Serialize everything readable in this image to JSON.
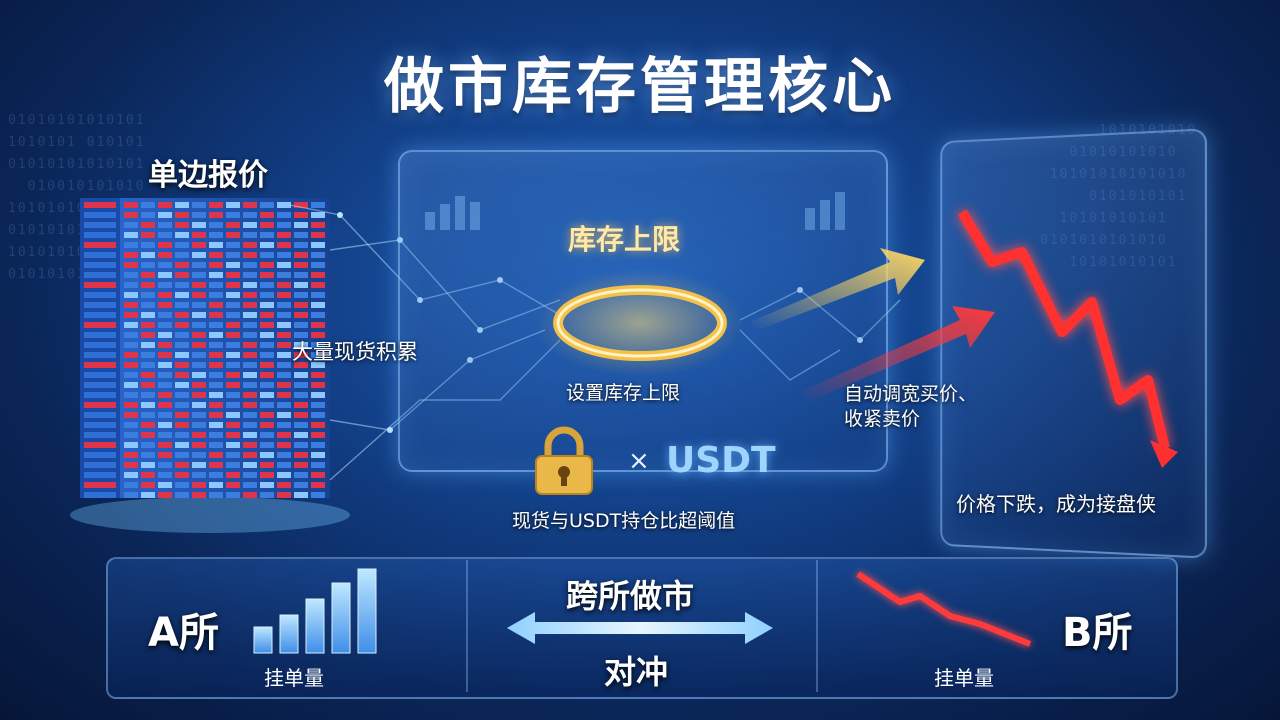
{
  "title": "做市库存管理核心",
  "left": {
    "label": "单边报价",
    "accumulate": "大量现货积累"
  },
  "center": {
    "limit_title": "库存上限",
    "limit_sub": "设置库存上限",
    "times": "×",
    "usdt": "USDT",
    "ratio": "现货与USDT持仓比超阈值"
  },
  "right": {
    "adjust": "自动调宽买价、\n收紧卖价",
    "drop": "价格下跌，成为接盘侠"
  },
  "bottom": {
    "exchange_a": "A所",
    "exchange_b": "B所",
    "depth_label": "挂单量",
    "cross": "跨所做市",
    "hedge": "对冲"
  },
  "colors": {
    "bg": "#123f86",
    "gold": "#f4c24a",
    "red": "#ff3030",
    "blue": "#5fb4ff"
  },
  "icons": [
    "server-rack-icon",
    "gold-ring-icon",
    "padlock-icon",
    "arrow-up-right-icon",
    "falling-chart-icon",
    "bar-chart-icon",
    "double-arrow-icon"
  ]
}
